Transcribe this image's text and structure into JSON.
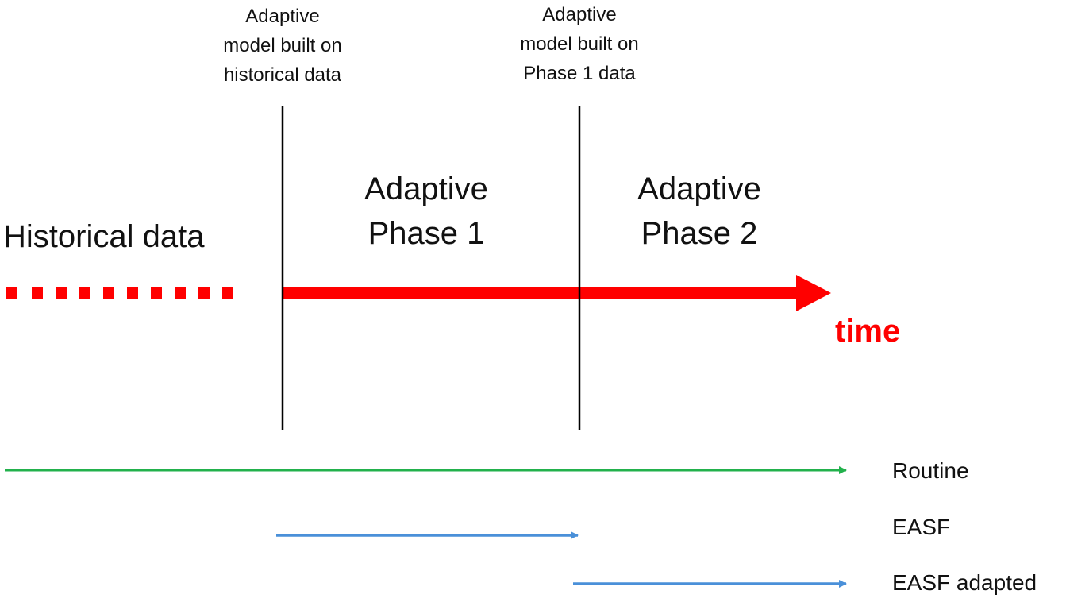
{
  "annotations": {
    "model_historical": [
      "Adaptive",
      "model built on",
      "historical data"
    ],
    "model_phase1": [
      "Adaptive",
      "model built on",
      "Phase 1 data"
    ]
  },
  "phases": {
    "historical": "Historical data",
    "phase1": [
      "Adaptive",
      "Phase 1"
    ],
    "phase2": [
      "Adaptive",
      "Phase 2"
    ]
  },
  "time_label": "time",
  "tracks": {
    "routine": "Routine",
    "easf": "EASF",
    "easf_adapted": "EASF adapted"
  },
  "colors": {
    "timeline": "#ff0000",
    "routine": "#22b14c",
    "easf": "#4a90d9",
    "divider": "#000000",
    "text": "#111111"
  }
}
